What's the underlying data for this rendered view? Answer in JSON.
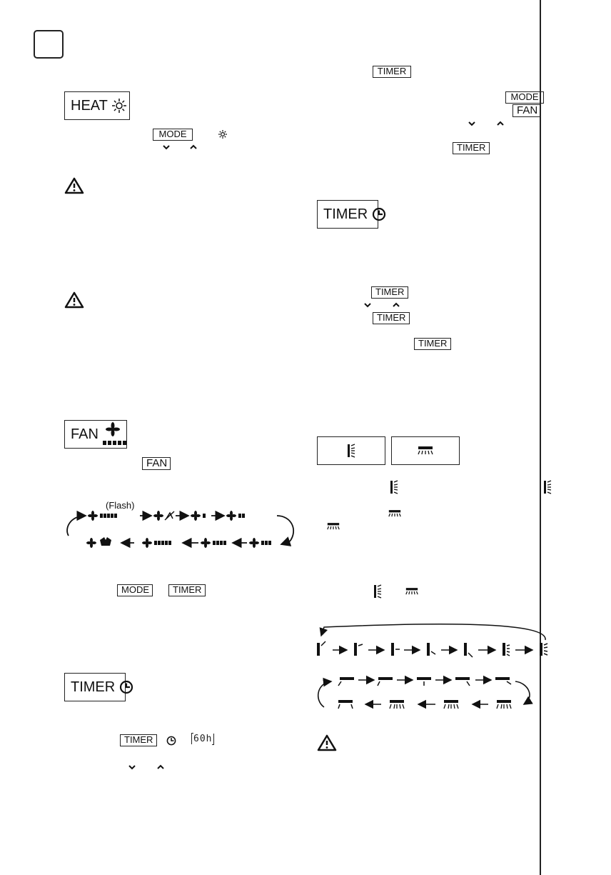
{
  "keys": {
    "mode": "MODE",
    "timer": "TIMER",
    "fan": "FAN"
  },
  "labels": {
    "heat": "HEAT",
    "fan": "FAN",
    "timer": "TIMER"
  },
  "fan_sequence": {
    "flash_note": "(Flash)"
  },
  "timer_display": "60h",
  "icons": [
    "sun-icon",
    "warning-icon",
    "fan-icon",
    "clock-icon",
    "chevron-down-icon",
    "chevron-up-icon",
    "vertical-louver-icon",
    "horizontal-louver-icon",
    "turbo-icon"
  ]
}
